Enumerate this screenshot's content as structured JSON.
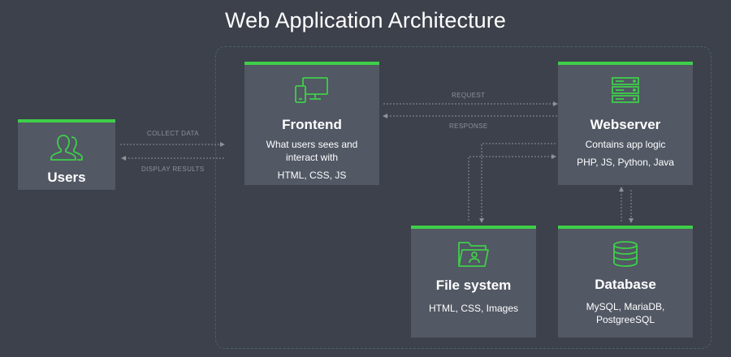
{
  "title": "Web Application Architecture",
  "colors": {
    "background": "#3c414b",
    "box": "#525864",
    "accent": "#3ecf4a",
    "connector": "#8c929a",
    "region_border": "#48635f"
  },
  "nodes": {
    "users": {
      "name": "Users",
      "icon": "users-icon"
    },
    "frontend": {
      "name": "Frontend",
      "icon": "devices-icon",
      "desc1": "What users sees and",
      "desc2": "interact with",
      "desc3": "HTML, CSS, JS"
    },
    "webserver": {
      "name": "Webserver",
      "icon": "server-icon",
      "desc1": "Contains app logic",
      "desc2": "PHP, JS, Python, Java"
    },
    "filesystem": {
      "name": "File system",
      "icon": "folder-user-icon",
      "desc1": "HTML, CSS, Images"
    },
    "database": {
      "name": "Database",
      "icon": "database-icon",
      "desc1": "MySQL, MariaDB,",
      "desc2": "PostgreeSQL"
    }
  },
  "edges": {
    "collect_data": "COLLECT DATA",
    "display_results": "DISPLAY RESULTS",
    "request": "REQUEST",
    "response": "RESPONSE"
  }
}
